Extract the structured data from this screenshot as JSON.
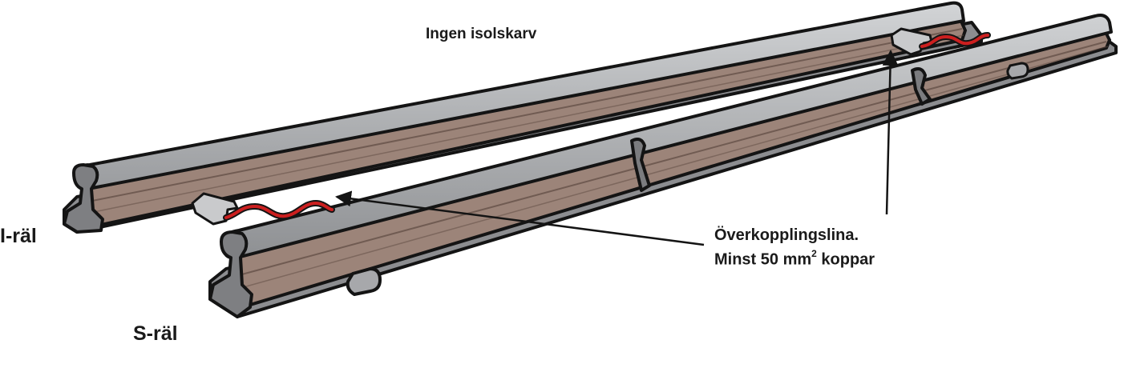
{
  "labels": {
    "no_insulated_joint": "Ingen isolskarv",
    "i_rail": "I-räl",
    "s_rail": "S-räl",
    "bond_cable_line1": "Överkopplingslina.",
    "bond_cable_line2_prefix": "Minst 50 mm",
    "bond_cable_line2_sup": "2",
    "bond_cable_line2_suffix": " koppar"
  },
  "colors": {
    "rail_web": "#9c8479",
    "rail_web_shade": "#8a7167",
    "rail_head": "#a3a5a9",
    "rail_head_light": "#c4c6c9",
    "rail_foot": "#8c8d90",
    "outline": "#141414",
    "cable": "#cc1f1f",
    "clamp": "#c9cacc"
  }
}
